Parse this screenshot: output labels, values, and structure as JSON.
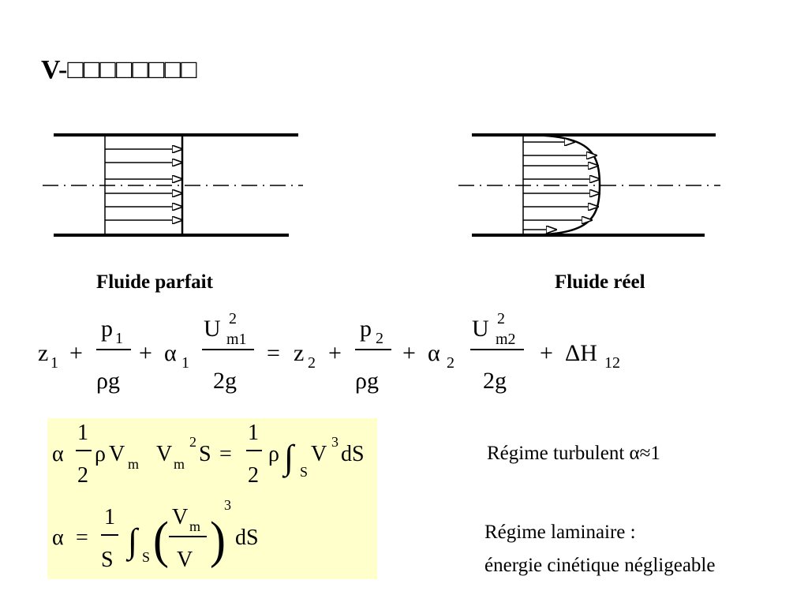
{
  "slide": {
    "title": "V-□□□□□□□□",
    "caption_left": "Fluide parfait",
    "caption_right": "Fluide réel",
    "note_turbulent": "Régime turbulent α≈1",
    "note_laminar_line1": "Régime laminaire :",
    "note_laminar_line2": "énergie cinétique négligeable"
  },
  "equation_bernoulli": {
    "z1": "z",
    "sub1": "1",
    "plus": "+",
    "p1_num": "p",
    "p1_sub": "1",
    "rho_g": "ρg",
    "alpha": "α",
    "alpha_sub1": "1",
    "U": "U",
    "U_sup": "2",
    "U_sub1": "m1",
    "two_g": "2g",
    "equals": "=",
    "z2": "z",
    "sub2": "2",
    "p2_num": "p",
    "p2_sub": "2",
    "alpha_sub2": "2",
    "U_sub2": "m2",
    "delta_H": "ΔH",
    "delta_sub": "12"
  },
  "equation_alpha": {
    "alpha": "α",
    "one": "1",
    "two": "2",
    "rho": "ρ",
    "V": "V",
    "m": "m",
    "sup2": "2",
    "S": "S",
    "equals": "=",
    "integral": "∫",
    "sub_S": "S",
    "sup3": "3",
    "dS": "dS",
    "paren_open": "(",
    "paren_close": ")"
  },
  "colors": {
    "highlight_box": "#ffffcc",
    "ink": "#000000"
  }
}
